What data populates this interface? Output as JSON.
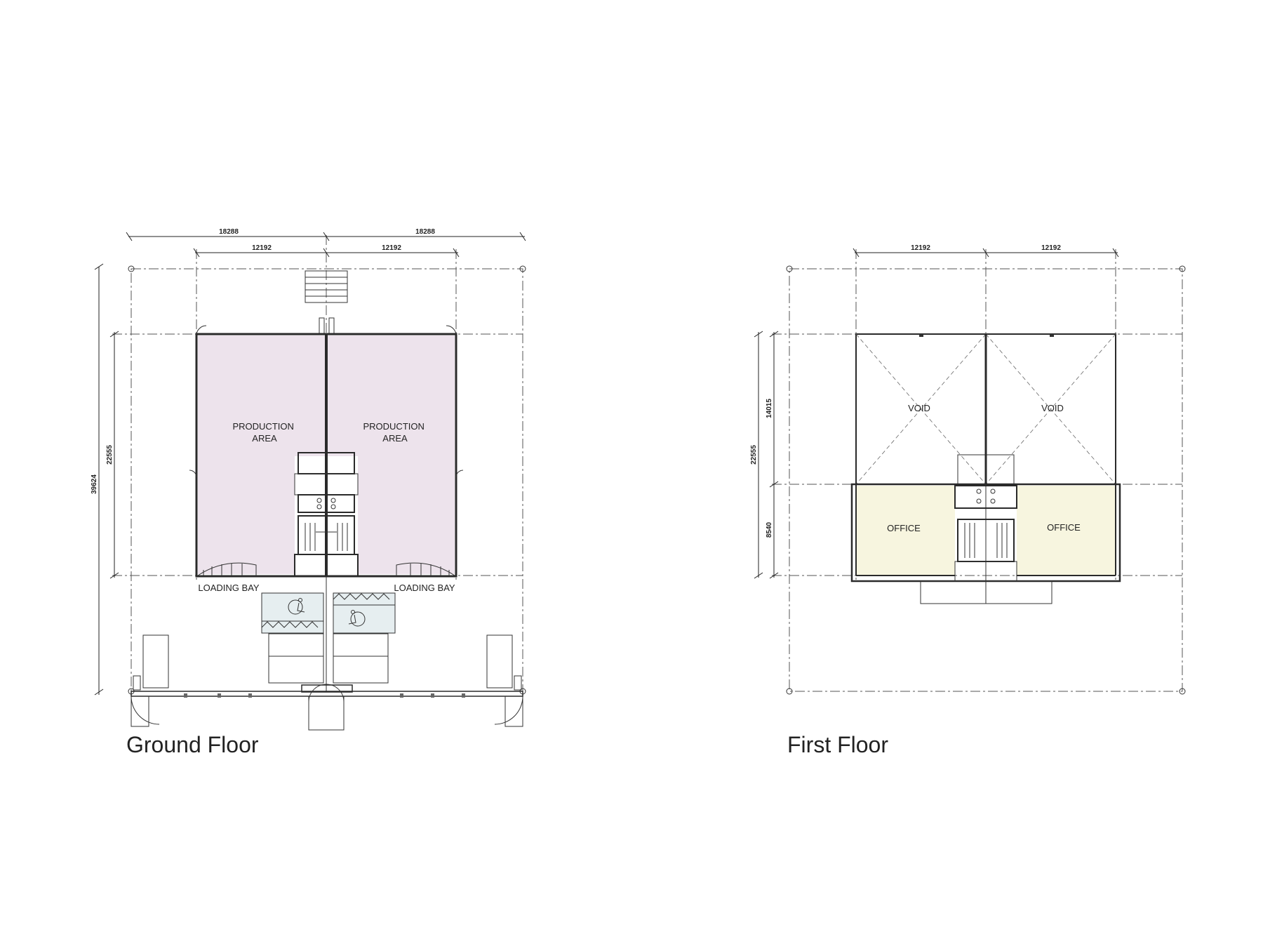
{
  "floors": [
    {
      "title": "Ground Floor",
      "dims_top_outer": [
        "18288",
        "18288"
      ],
      "dims_top_inner": [
        "12192",
        "12192"
      ],
      "dims_left": [
        "39624",
        "22555"
      ],
      "rooms": [
        "PRODUCTION\nAREA",
        "PRODUCTION\nAREA"
      ],
      "labels": [
        "LOADING BAY",
        "LOADING BAY"
      ],
      "colors": {
        "production": "#ede3ec"
      }
    },
    {
      "title": "First Floor",
      "dims_top_inner": [
        "12192",
        "12192"
      ],
      "dims_left": [
        "22555",
        "14015",
        "8540"
      ],
      "rooms": [
        "VOID",
        "VOID",
        "OFFICE",
        "OFFICE"
      ],
      "colors": {
        "office": "#f7f5df"
      }
    }
  ]
}
